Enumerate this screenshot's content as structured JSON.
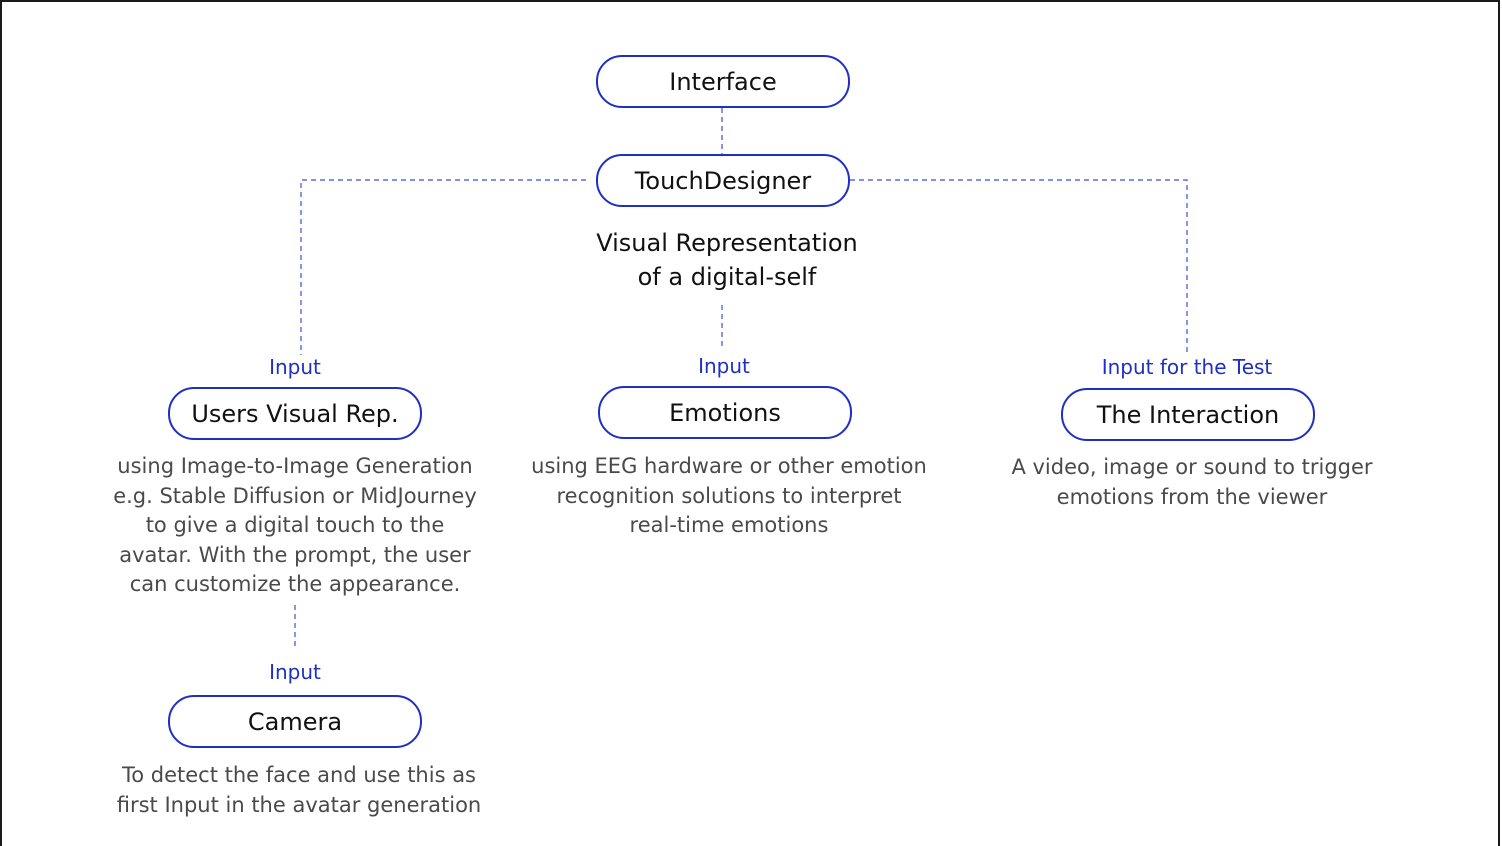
{
  "nodes": {
    "interface": "Interface",
    "touchdesigner": "TouchDesigner",
    "users_visual_rep": "Users Visual Rep.",
    "emotions": "Emotions",
    "interaction": "The Interaction",
    "camera": "Camera"
  },
  "center_text": {
    "line1": "Visual Representation",
    "line2": "of a digital-self"
  },
  "tags": {
    "users_input": "Input",
    "emotions_input": "Input",
    "interaction_input": "Input for the Test",
    "camera_input": "Input"
  },
  "descriptions": {
    "users": [
      "using Image-to-Image Generation",
      "e.g. Stable Diffusion or MidJourney",
      "to give a digital touch to the",
      "avatar. With the prompt, the user",
      "can customize the appearance."
    ],
    "emotions": [
      "using EEG hardware or other emotion",
      "recognition solutions to interpret",
      "real-time emotions"
    ],
    "interaction": [
      "A video, image or sound to trigger",
      "emotions from the viewer"
    ],
    "camera": [
      "To detect the face and use this as",
      "first Input in the avatar generation"
    ]
  },
  "colors": {
    "accent": "#1f2fc4",
    "text": "#111111",
    "muted": "#4a4a4a"
  }
}
